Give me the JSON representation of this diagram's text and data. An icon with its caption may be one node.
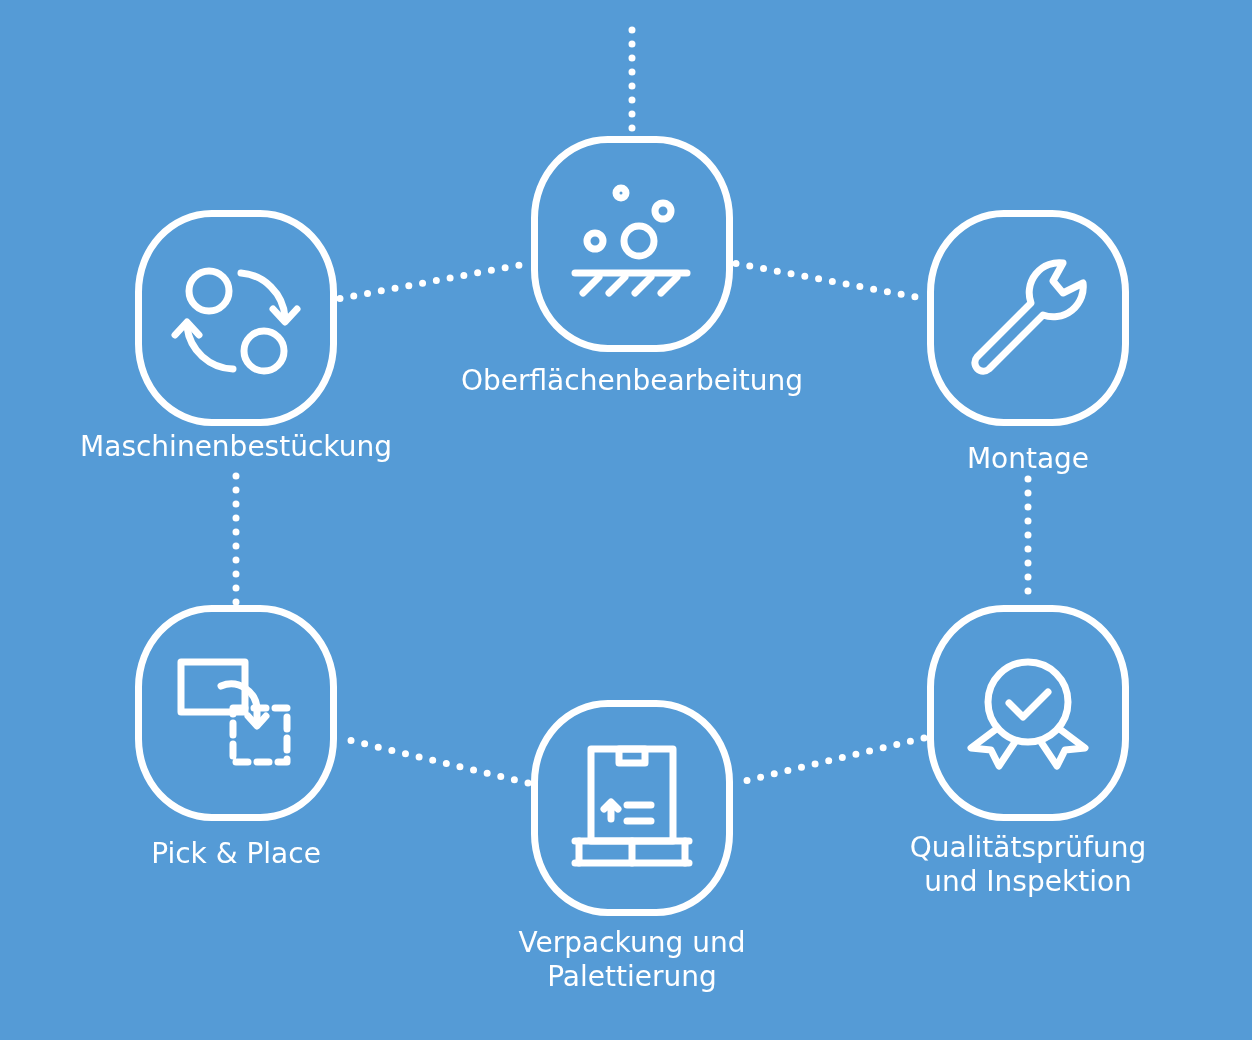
{
  "diagram": {
    "nodes": [
      {
        "text": [
          "Oberflächenbearbeitung"
        ]
      },
      {
        "text": [
          "Maschinenbestückung"
        ]
      },
      {
        "text": [
          "Montage"
        ]
      },
      {
        "text": [
          "Pick & Place"
        ]
      },
      {
        "text": [
          "Qualitätsprüfung und Inspektion"
        ]
      },
      {
        "text": [
          "Verpackung und Palettierung"
        ]
      }
    ],
    "edges": [
      {
        "from": null,
        "to": 0,
        "arrow": "none",
        "style": "dashed"
      },
      {
        "from": 1,
        "to": 0,
        "arrow": "none",
        "style": "dashed"
      },
      {
        "from": 0,
        "to": 2,
        "arrow": "none",
        "style": "dashed"
      },
      {
        "from": 2,
        "to": 4,
        "arrow": "none",
        "style": "dashed"
      },
      {
        "from": 4,
        "to": 5,
        "arrow": "none",
        "style": "dashed"
      },
      {
        "from": 5,
        "to": 3,
        "arrow": "none",
        "style": "dashed"
      },
      {
        "from": 3,
        "to": 1,
        "arrow": "none",
        "style": "dashed"
      }
    ]
  }
}
